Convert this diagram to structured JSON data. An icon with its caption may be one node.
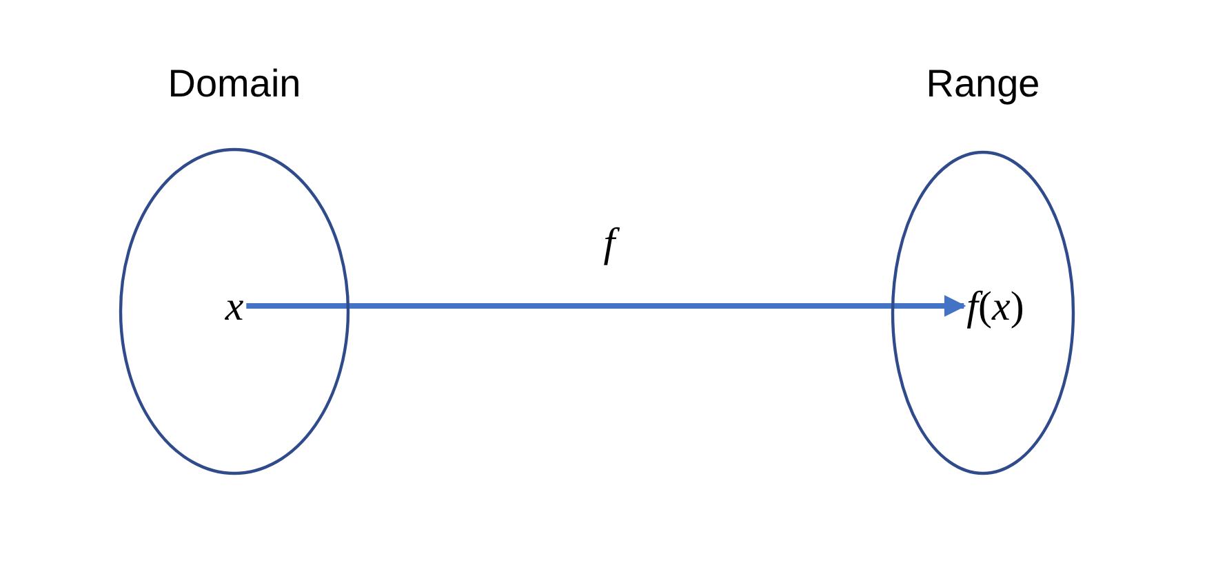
{
  "diagram": {
    "nodes": [
      {
        "text": [
          "Domain"
        ]
      },
      {
        "text": [
          "x"
        ],
        "in": 0
      },
      {
        "text": [
          "Range"
        ]
      },
      {
        "text": [
          "*f*(*x*)"
        ],
        "in": 2
      }
    ],
    "edges": [
      {
        "from": 1,
        "to": 3,
        "arrow": "to",
        "label": "f"
      }
    ]
  }
}
